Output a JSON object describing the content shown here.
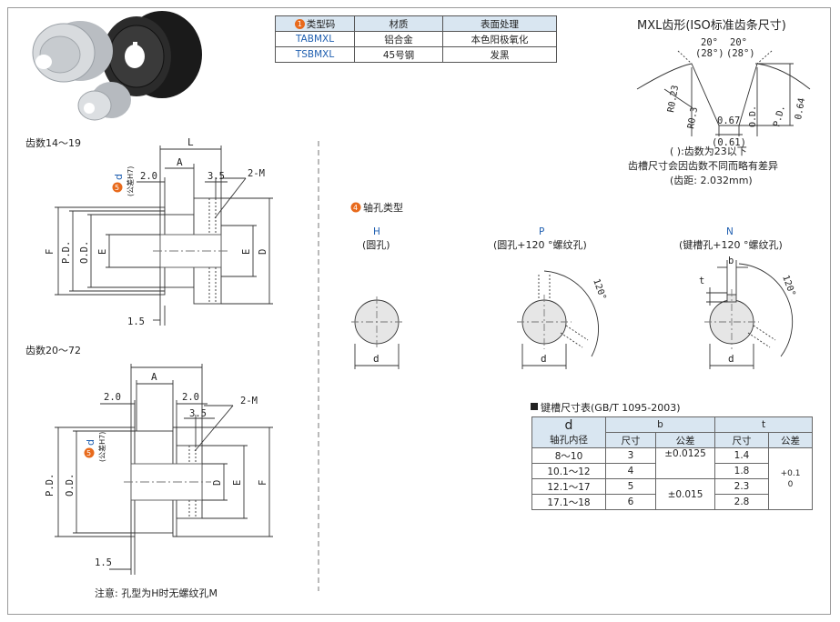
{
  "material_table": {
    "headers": [
      "类型码",
      "材质",
      "表面处理"
    ],
    "rows": [
      [
        "TABMXL",
        "铝合金",
        "本色阳极氧化"
      ],
      [
        "TSBMXL",
        "45号钢",
        "发黑"
      ]
    ],
    "badge": "1"
  },
  "tooth_profile": {
    "title": "MXL齿形(ISO标准齿条尺寸)",
    "angle_a": "20°",
    "angle_a_paren": "(28°)",
    "angle_b": "20°",
    "angle_b_paren": "(28°)",
    "r1": "R0.23",
    "r2": "R0.3",
    "w1": "0.67",
    "w2": "(0.61)",
    "h": "0.64",
    "od": "O.D.",
    "pd": "P.D.",
    "note1": "( ):齿数为23以下",
    "note2": "齿槽尺寸会因齿数不同而略有差异",
    "note3": "(齿距: 2.032mm)"
  },
  "drawing_top": {
    "title": "齿数14～19",
    "L": "L",
    "A": "A",
    "d1": "2.0",
    "d2": "3.5",
    "m": "2-M",
    "d_label": "d",
    "d_tol": "(公差H7)",
    "badge": "5",
    "F": "F",
    "PD": "P.D.",
    "OD": "O.D.",
    "E": "E",
    "D": "D",
    "e": "1.5"
  },
  "drawing_bottom": {
    "title": "齿数20～72",
    "A": "A",
    "d1": "2.0",
    "d2": "2.0",
    "d3": "3.5",
    "m": "2-M",
    "d_label": "d",
    "d_tol": "(公差H7)",
    "badge": "5",
    "PD": "P.D.",
    "OD": "O.D.",
    "D": "D",
    "E": "E",
    "F": "F",
    "e": "1.5",
    "note": "注意: 孔型为H时无螺纹孔M"
  },
  "bore_types": {
    "title": "轴孔类型",
    "badge": "4",
    "h_code": "H",
    "h_name": "(圆孔)",
    "p_code": "P",
    "p_name": "(圆孔+120 °螺纹孔)",
    "n_code": "N",
    "n_name": "(键槽孔+120 °螺纹孔)",
    "d": "d",
    "angle": "120°",
    "b": "b",
    "t": "t"
  },
  "key_table": {
    "title": "键槽尺寸表(GB/T 1095-2003)",
    "h_d": "d",
    "h_d2": "轴孔内径",
    "h_b": "b",
    "h_t": "t",
    "h_size": "尺寸",
    "h_tol": "公差",
    "rows": [
      {
        "d": "8～10",
        "b": "3",
        "bt": "±0.0125",
        "t": "1.4"
      },
      {
        "d": "10.1～12",
        "b": "4",
        "bt": "",
        "t": "1.8"
      },
      {
        "d": "12.1～17",
        "b": "5",
        "bt": "±0.015",
        "t": "2.3"
      },
      {
        "d": "17.1～18",
        "b": "6",
        "bt": "",
        "t": "2.8"
      }
    ],
    "t_tol_a": "+0.1",
    "t_tol_b": "0"
  },
  "colors": {
    "header_bg": "#d9e6f1",
    "badge": "#e86a1c",
    "accent": "#1f5fb0"
  }
}
